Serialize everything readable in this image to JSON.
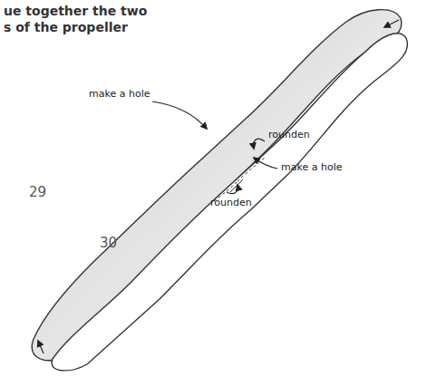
{
  "diagram": {
    "labels": [
      "ue together the two",
      "s of the propeller",
      "make a hole",
      "rounden",
      "make a hole",
      "rounden",
      "29",
      "30"
    ]
  }
}
